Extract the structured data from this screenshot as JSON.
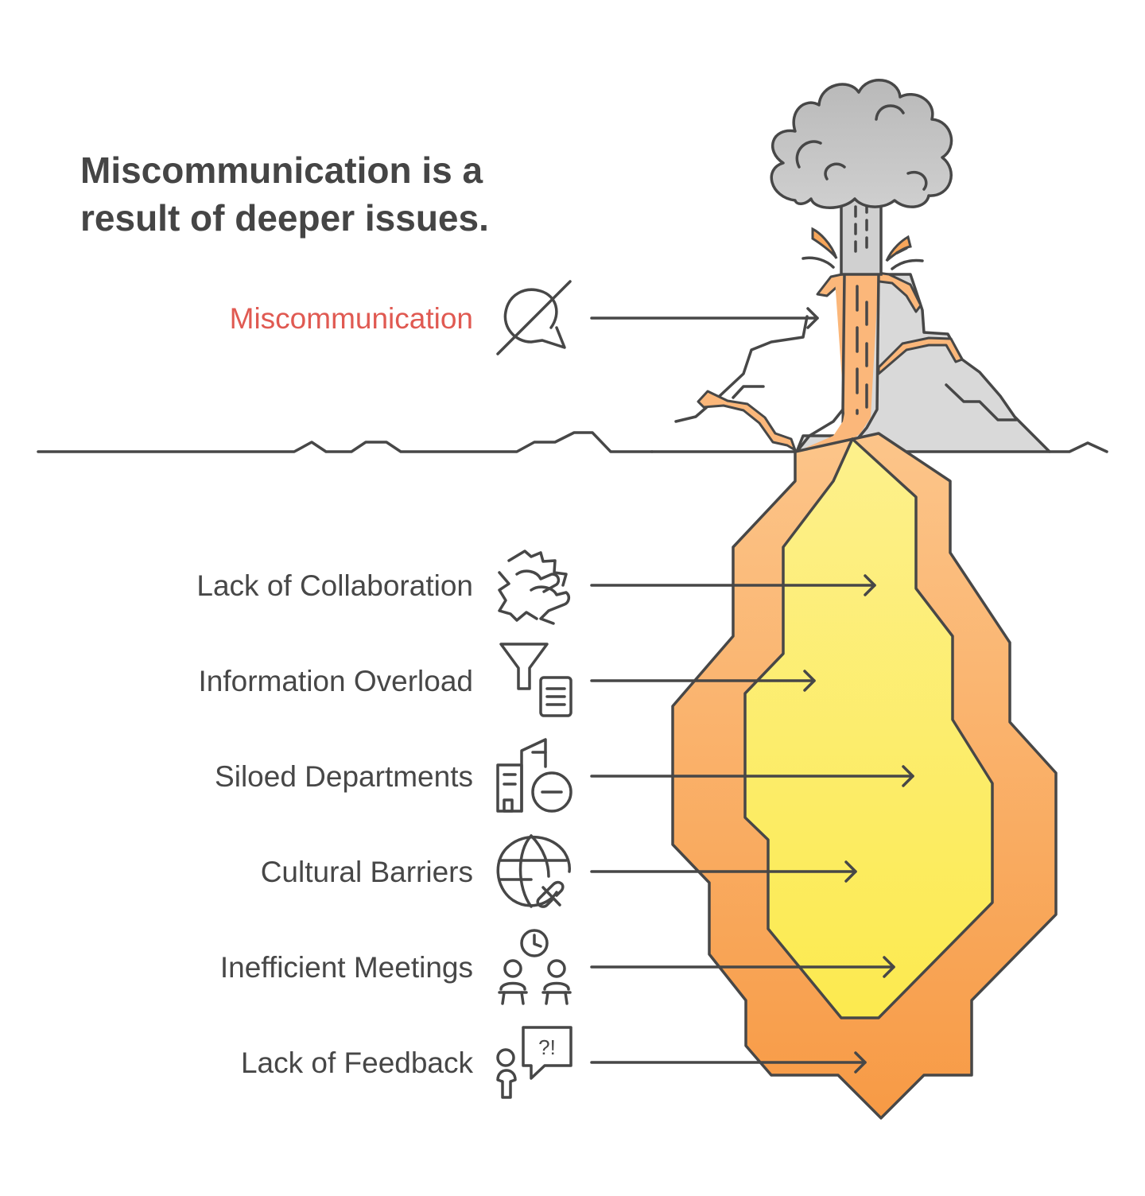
{
  "title": {
    "line1": "Miscommunication is a",
    "line2": "result of deeper issues."
  },
  "surface_issue": {
    "label": "Miscommunication",
    "icon": "no-chat-icon",
    "color": "#e05a52"
  },
  "root_causes": [
    {
      "label": "Lack of Collaboration",
      "icon": "puzzle-hands-icon"
    },
    {
      "label": "Information Overload",
      "icon": "funnel-document-icon"
    },
    {
      "label": "Siloed Departments",
      "icon": "building-minus-icon"
    },
    {
      "label": "Cultural Barriers",
      "icon": "globe-broken-link-icon"
    },
    {
      "label": "Inefficient Meetings",
      "icon": "meeting-clock-icon"
    },
    {
      "label": "Lack of Feedback",
      "icon": "person-question-icon"
    }
  ],
  "colors": {
    "text": "#454545",
    "accent": "#e05a52",
    "smoke": "#c8c8c8",
    "mountain": "#d9d9d9",
    "lava_outer_top": "#fcc58a",
    "lava_outer_bottom": "#f79a45",
    "magma_inner_top": "#fdf08c",
    "magma_inner_bottom": "#fcea4f"
  }
}
